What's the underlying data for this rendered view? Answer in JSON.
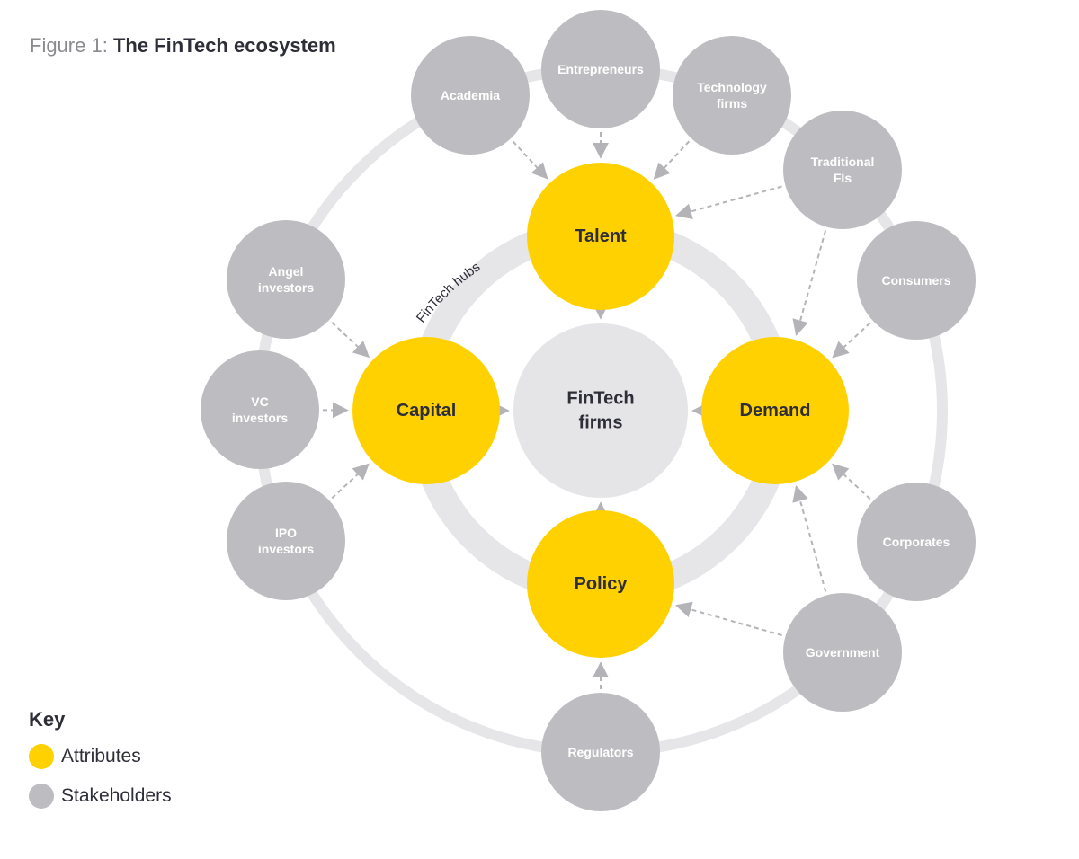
{
  "title": {
    "prefix": "Figure 1: ",
    "main": "The FinTech ecosystem"
  },
  "hubs_label": "FinTech hubs",
  "center": {
    "lines": [
      "FinTech",
      "firms"
    ]
  },
  "attributes": [
    {
      "id": "talent",
      "label": "Talent"
    },
    {
      "id": "capital",
      "label": "Capital"
    },
    {
      "id": "demand",
      "label": "Demand"
    },
    {
      "id": "policy",
      "label": "Policy"
    }
  ],
  "stakeholders": [
    {
      "id": "academia",
      "lines": [
        "Academia"
      ]
    },
    {
      "id": "entrepreneurs",
      "lines": [
        "Entrepreneurs"
      ]
    },
    {
      "id": "technology-firms",
      "lines": [
        "Technology",
        "firms"
      ]
    },
    {
      "id": "traditional-fis",
      "lines": [
        "Traditional",
        "FIs"
      ]
    },
    {
      "id": "consumers",
      "lines": [
        "Consumers"
      ]
    },
    {
      "id": "corporates",
      "lines": [
        "Corporates"
      ]
    },
    {
      "id": "government",
      "lines": [
        "Government"
      ]
    },
    {
      "id": "regulators",
      "lines": [
        "Regulators"
      ]
    },
    {
      "id": "ipo-investors",
      "lines": [
        "IPO",
        "investors"
      ]
    },
    {
      "id": "vc-investors",
      "lines": [
        "VC",
        "investors"
      ]
    },
    {
      "id": "angel-investors",
      "lines": [
        "Angel",
        "investors"
      ]
    }
  ],
  "connections": [
    {
      "from": "academia",
      "to": "talent"
    },
    {
      "from": "entrepreneurs",
      "to": "talent"
    },
    {
      "from": "technology-firms",
      "to": "talent"
    },
    {
      "from": "traditional-fis",
      "to": "talent"
    },
    {
      "from": "traditional-fis",
      "to": "demand"
    },
    {
      "from": "consumers",
      "to": "demand"
    },
    {
      "from": "corporates",
      "to": "demand"
    },
    {
      "from": "government",
      "to": "demand"
    },
    {
      "from": "government",
      "to": "policy"
    },
    {
      "from": "regulators",
      "to": "policy"
    },
    {
      "from": "angel-investors",
      "to": "capital"
    },
    {
      "from": "vc-investors",
      "to": "capital"
    },
    {
      "from": "ipo-investors",
      "to": "capital"
    },
    {
      "from": "talent",
      "to": "center"
    },
    {
      "from": "capital",
      "to": "center"
    },
    {
      "from": "demand",
      "to": "center"
    },
    {
      "from": "policy",
      "to": "center"
    }
  ],
  "key": {
    "title": "Key",
    "items": [
      {
        "label": "Attributes",
        "color": "#FFD100"
      },
      {
        "label": "Stakeholders",
        "color": "#BDBDC1"
      }
    ]
  },
  "colors": {
    "attribute": "#FFD100",
    "stakeholder": "#BDBDC1",
    "center": "#E5E5E7",
    "ring": "#E6E6E8",
    "arrow": "#B4B4B8"
  }
}
